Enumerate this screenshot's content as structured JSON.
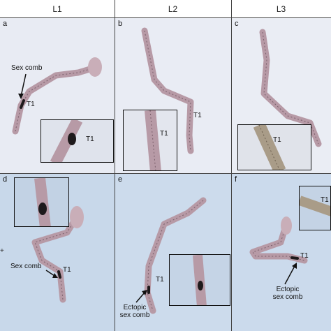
{
  "columns": [
    "L1",
    "L2",
    "L3"
  ],
  "panels": [
    {
      "letter": "a",
      "labels": {
        "main": "Sex comb",
        "t1": "T1",
        "inset_t1": "T1"
      }
    },
    {
      "letter": "b",
      "labels": {
        "t1": "T1",
        "inset_t1": "T1"
      }
    },
    {
      "letter": "c",
      "labels": {
        "inset_t1": "T1"
      }
    },
    {
      "letter": "d",
      "labels": {
        "main": "Sex comb",
        "t1": "T1"
      }
    },
    {
      "letter": "e",
      "labels": {
        "t1": "T1",
        "ectopic_1": "Ectopic",
        "ectopic_2": "sex comb"
      }
    },
    {
      "letter": "f",
      "labels": {
        "t1": "T1",
        "inset_t1": "T1",
        "ectopic_1": "Ectopic",
        "ectopic_2": "sex comb"
      }
    }
  ],
  "side_mark": "+",
  "colors": {
    "bg_top": "#e9ecf4",
    "bg_bottom": "#c9d9ec",
    "leg": "#b79aa6",
    "leg_dark": "#7a5f6b",
    "comb": "#1e1a1c"
  }
}
